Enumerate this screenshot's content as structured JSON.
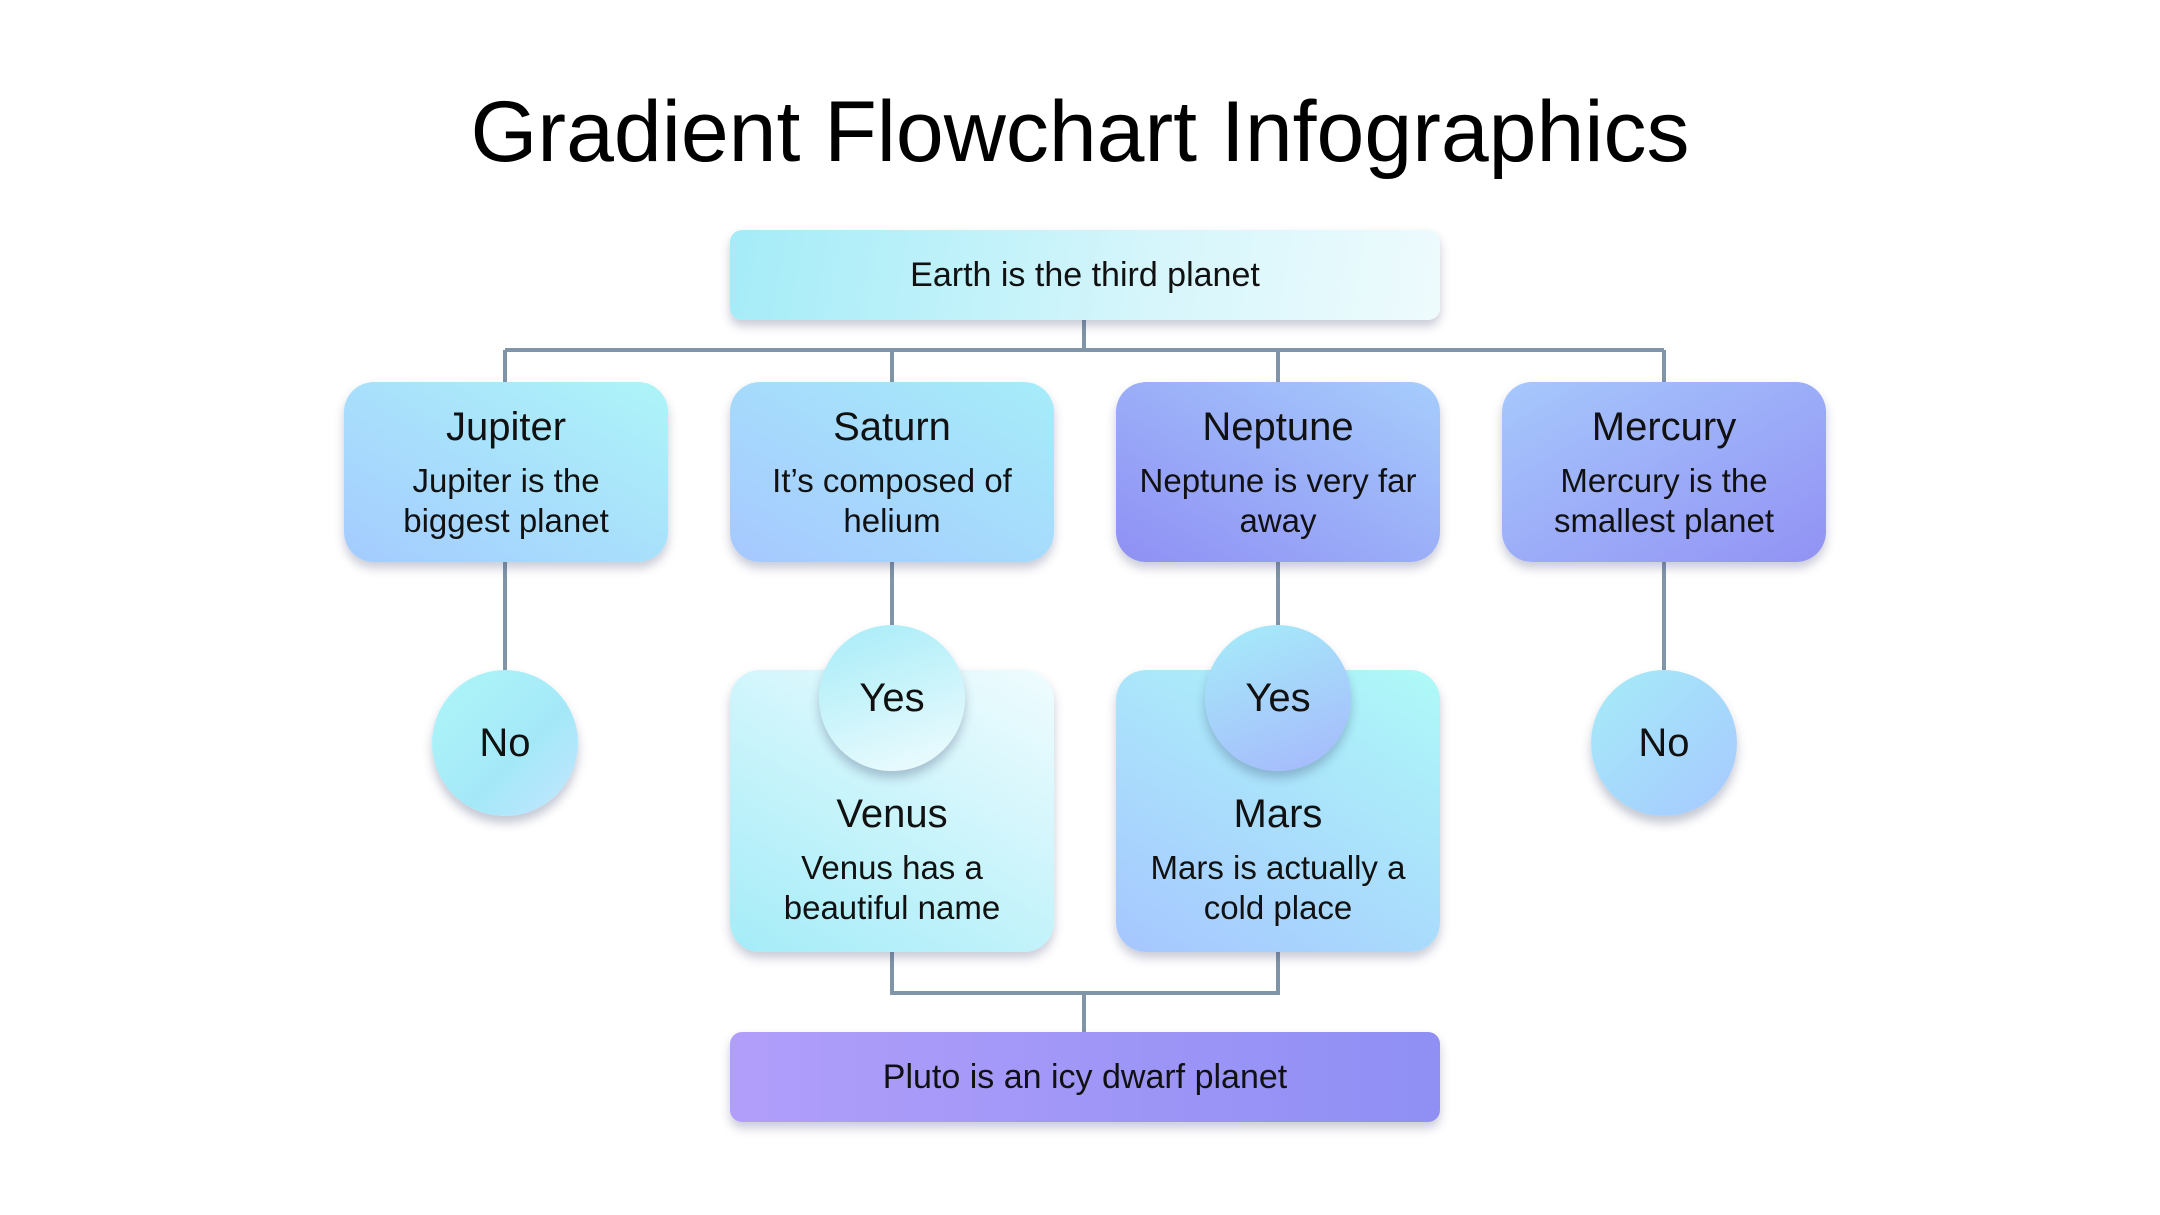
{
  "title": "Gradient Flowchart Infographics",
  "top": {
    "text": "Earth is the third planet"
  },
  "nodes": [
    {
      "title": "Jupiter",
      "text": "Jupiter is the biggest planet"
    },
    {
      "title": "Saturn",
      "text": "It’s composed of helium"
    },
    {
      "title": "Neptune",
      "text": "Neptune is very far away"
    },
    {
      "title": "Mercury",
      "text": "Mercury is the smallest planet"
    }
  ],
  "decisions": [
    {
      "label": "No"
    },
    {
      "label": "Yes"
    },
    {
      "label": "Yes"
    },
    {
      "label": "No"
    }
  ],
  "results": [
    {
      "title": "Venus",
      "text": "Venus has a beautiful name"
    },
    {
      "title": "Mars",
      "text": "Mars is actually a cold place"
    }
  ],
  "bottom": {
    "text": "Pluto is an icy dwarf planet"
  },
  "colors": {
    "connector": "#8095a8"
  }
}
